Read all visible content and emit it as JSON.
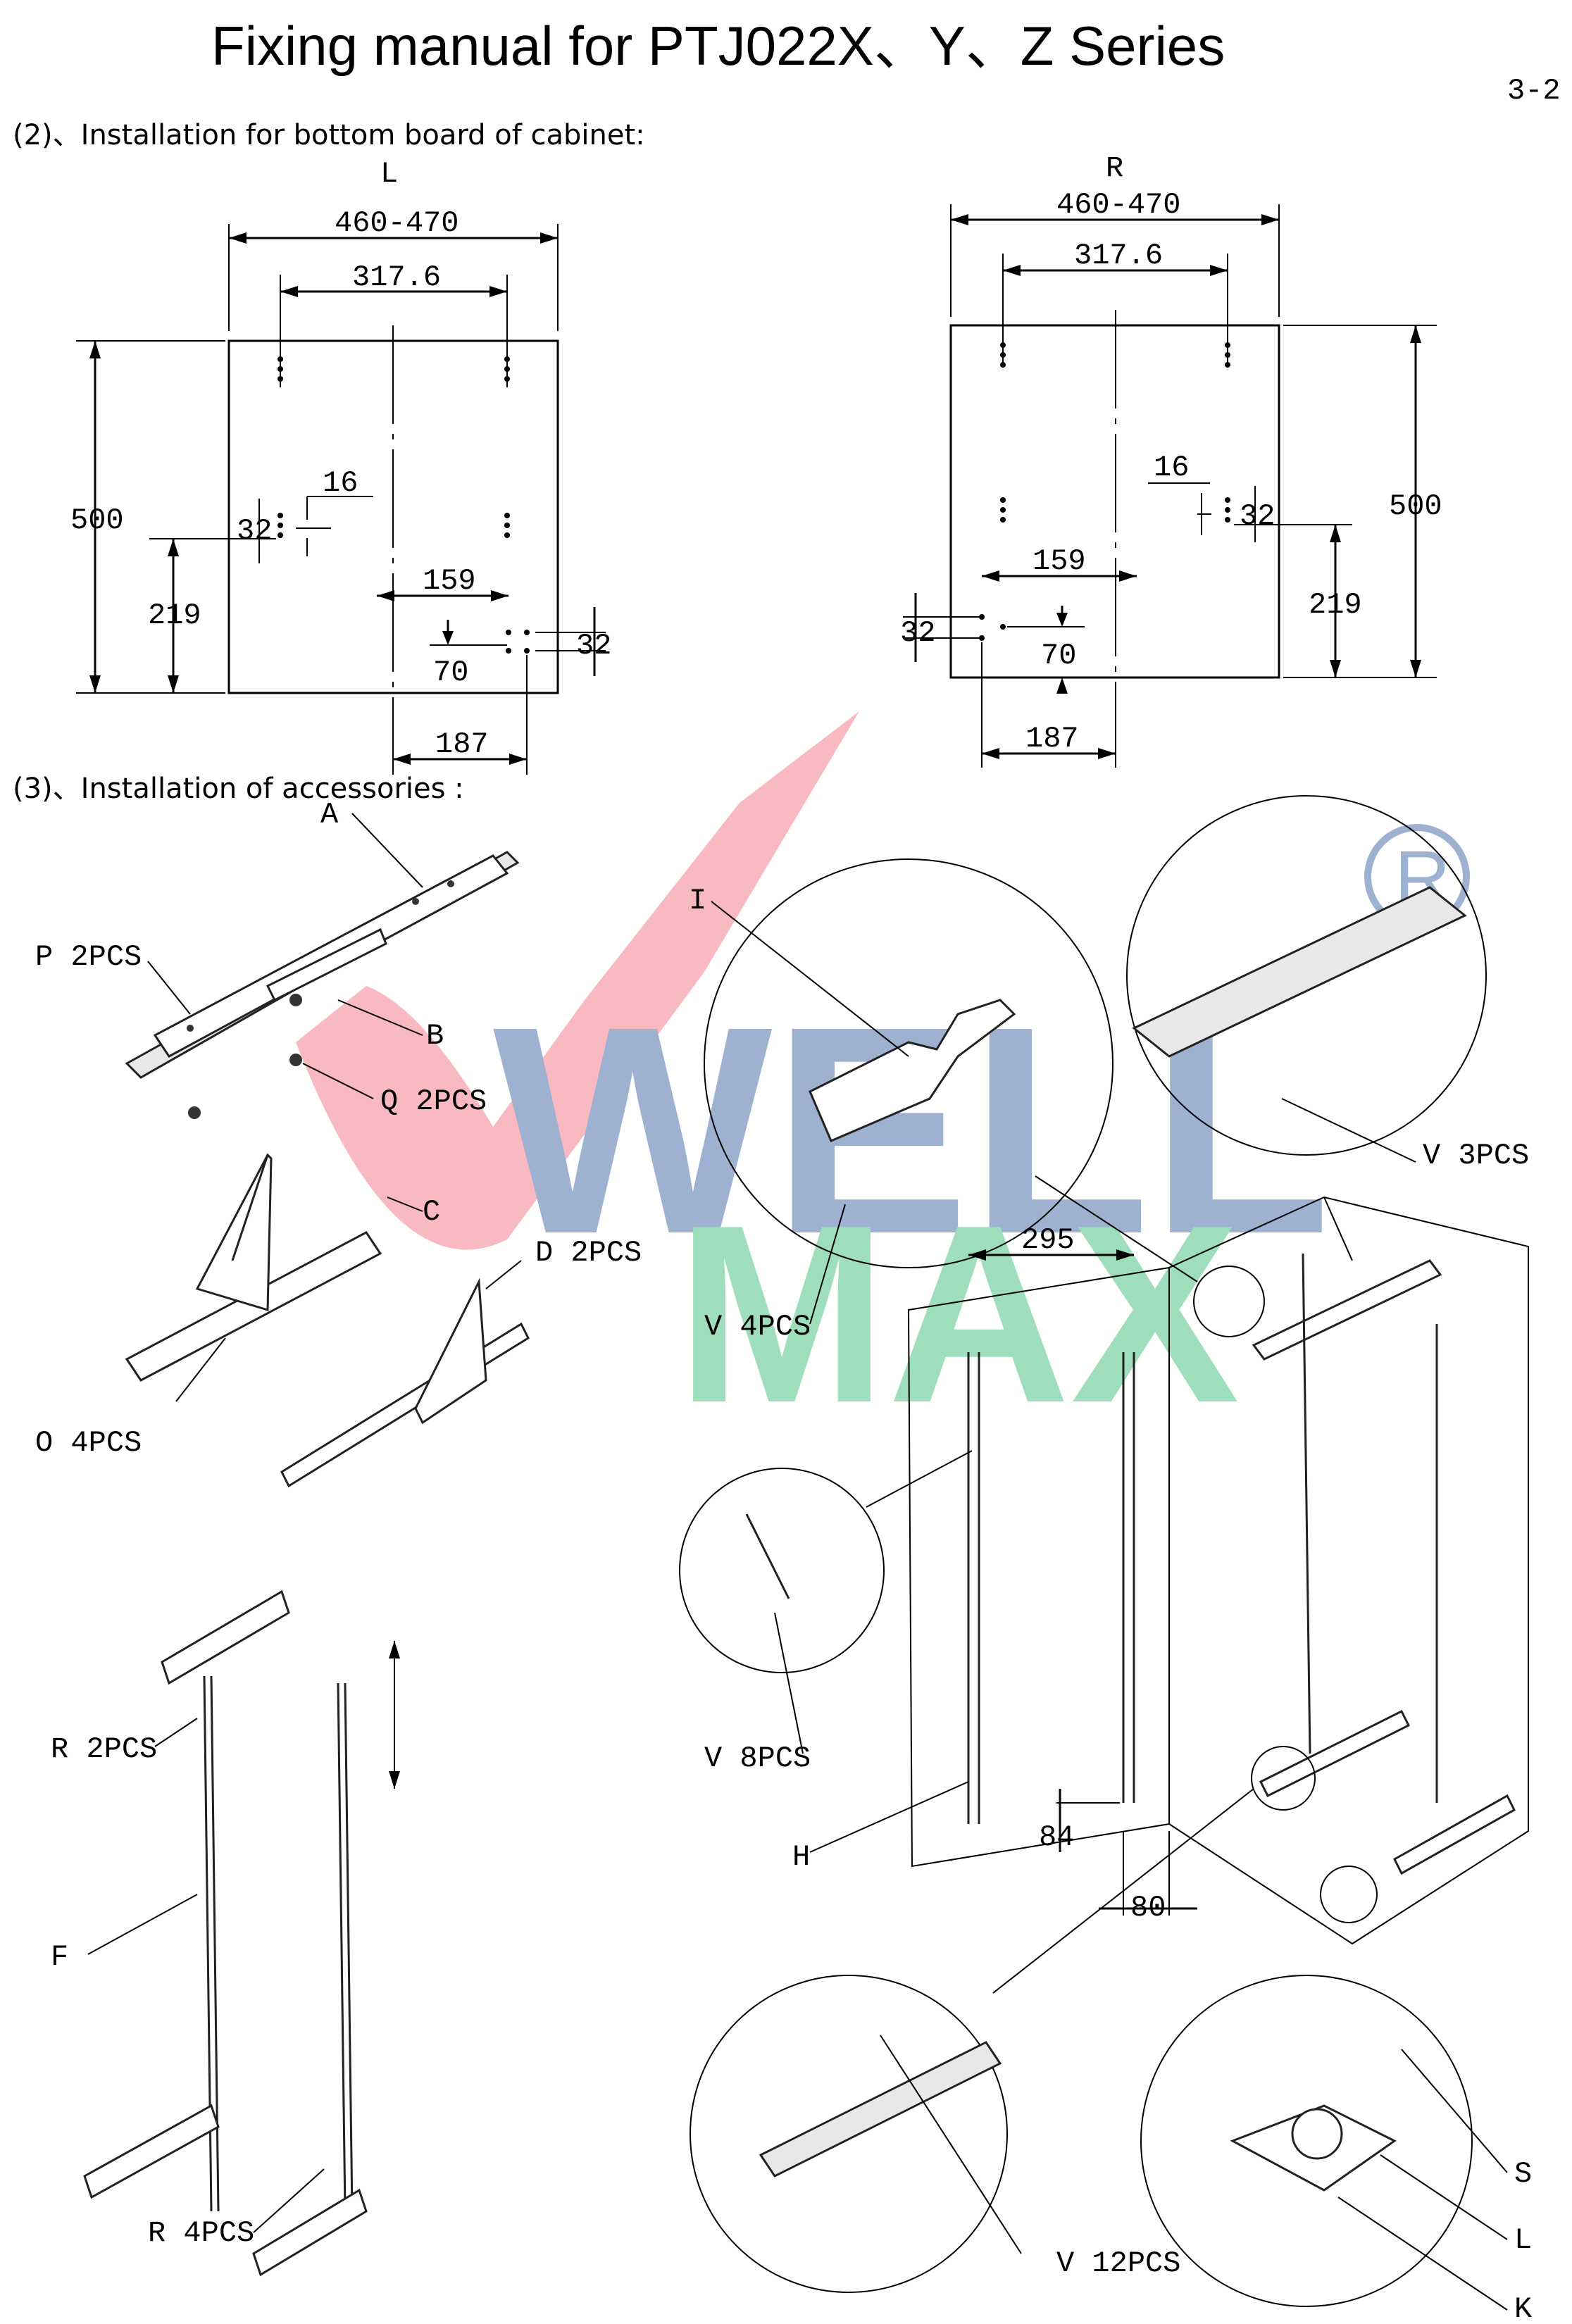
{
  "title": "Fixing manual for PTJ022X、Y、Z Series",
  "page_number": "3-2",
  "section_bottom_board": "(2)、Installation for bottom board of cabinet:",
  "section_accessories": "(3)、Installation of accessories :",
  "left_drawing": {
    "side": "L",
    "width_range": "460-470",
    "hole_spacing": "317.6",
    "height": "500",
    "offset_219": "219",
    "dim_16": "16",
    "dim_32_a": "32",
    "dim_159": "159",
    "dim_70": "70",
    "dim_32_b": "32",
    "dim_187": "187"
  },
  "right_drawing": {
    "side": "R",
    "width_range": "460-470",
    "hole_spacing": "317.6",
    "height": "500",
    "offset_219": "219",
    "dim_16": "16",
    "dim_32_a": "32",
    "dim_159": "159",
    "dim_70": "70",
    "dim_32_b": "32",
    "dim_187": "187"
  },
  "parts": {
    "A": "A",
    "B": "B",
    "C": "C",
    "D": "D 2PCS",
    "F": "F",
    "H": "H",
    "I": "I",
    "K": "K",
    "L": "L",
    "S": "S",
    "O": "O 4PCS",
    "P": "P 2PCS",
    "Q": "Q 2PCS",
    "R_top": "R 2PCS",
    "R_bottom": "R 4PCS",
    "V_3": "V 3PCS",
    "V_4": "V 4PCS",
    "V_8": "V 8PCS",
    "V_12": "V 12PCS"
  },
  "assembly_dims": {
    "width": "295",
    "bottom_gap": "84",
    "side_gap": "80"
  },
  "watermark": {
    "line1": "WELL",
    "line2": "MAX",
    "mark": "®",
    "color_blue": "#7f98c1",
    "color_green": "#7fd3a4",
    "color_red": "#f28a96"
  }
}
